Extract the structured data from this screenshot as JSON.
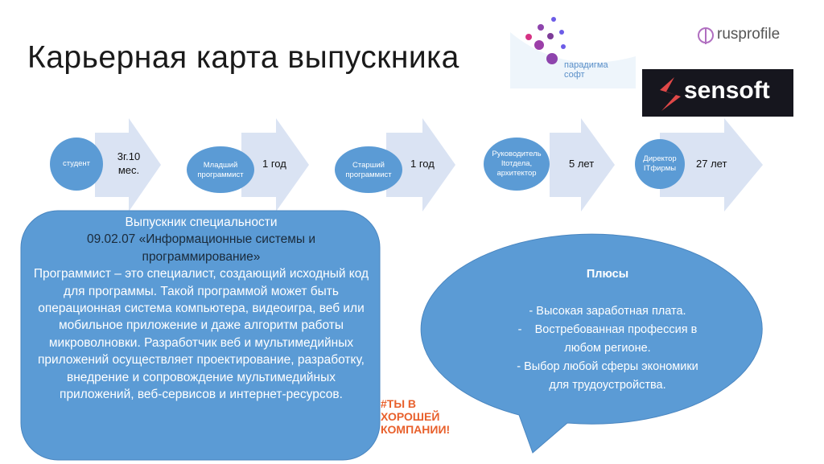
{
  "title": "Карьерная карта выпускника",
  "logos": {
    "paradigma": "парадигма софт",
    "paradigma_line1": "парадигма",
    "paradigma_line2": "софт",
    "rusprofile": "rusprofile",
    "sensoft": "sensoft"
  },
  "career_path": [
    {
      "role": "студент",
      "duration": "3г.10 мес."
    },
    {
      "role": "Младший программист",
      "duration": "1 год"
    },
    {
      "role": "Старший программист",
      "duration": "1 год"
    },
    {
      "role": "Руководитель Itотдела, архитектор",
      "duration": "5 лет"
    },
    {
      "role": "Директор ITфирмы",
      "duration": "27 лет"
    }
  ],
  "description": {
    "line1": "Выпускник специальности",
    "specialty": "09.02.07 «Информационные системы и программирование»",
    "body": "Программист – это специалист, создающий исходный код для программы. Такой программой может быть операционная система компьютера, видеоигра, веб или мобильное приложение и даже алгоритм работы микроволновки. Разработчик веб и мультимедийных приложений осуществляет проектирование, разработку, внедрение и сопровождение мультимедийных приложений, веб-сервисов и интернет-ресурсов."
  },
  "pros": {
    "heading": "Плюсы",
    "items": [
      "- Высокая заработная плата.",
      "-    Востребованная профессия в любом регионе.",
      "- Выбор любой сферы экономики для трудоустройства."
    ]
  },
  "tagline": {
    "line1": "#ТЫ В",
    "line2": "ХОРОШЕЙ",
    "line3": "КОМПАНИИ!"
  },
  "colors": {
    "blue": "#5b9bd5",
    "arrow": "#dae3f3",
    "orange": "#e8602c"
  }
}
